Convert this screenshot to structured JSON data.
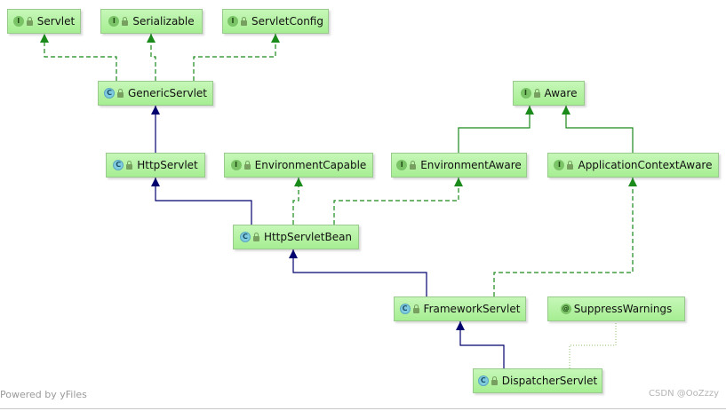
{
  "colors": {
    "interface_edge": "#1a8a1a",
    "inheritance_edge": "#00006e",
    "annotation_edge": "#8fbf6a",
    "node_fill": "#b6f2a4"
  },
  "nodes": [
    {
      "id": "servlet",
      "label": "Servlet",
      "kind": "interface",
      "badge": "I"
    },
    {
      "id": "serializable",
      "label": "Serializable",
      "kind": "interface",
      "badge": "I"
    },
    {
      "id": "servletconfig",
      "label": "ServletConfig",
      "kind": "interface",
      "badge": "I"
    },
    {
      "id": "genericservlet",
      "label": "GenericServlet",
      "kind": "class",
      "badge": "C"
    },
    {
      "id": "aware",
      "label": "Aware",
      "kind": "interface",
      "badge": "I"
    },
    {
      "id": "httpservlet",
      "label": "HttpServlet",
      "kind": "class",
      "badge": "C"
    },
    {
      "id": "environmentcapable",
      "label": "EnvironmentCapable",
      "kind": "interface",
      "badge": "I"
    },
    {
      "id": "environmentaware",
      "label": "EnvironmentAware",
      "kind": "interface",
      "badge": "I"
    },
    {
      "id": "applicationcontextaware",
      "label": "ApplicationContextAware",
      "kind": "interface",
      "badge": "I"
    },
    {
      "id": "httpservletbean",
      "label": "HttpServletBean",
      "kind": "class",
      "badge": "C"
    },
    {
      "id": "frameworkservlet",
      "label": "FrameworkServlet",
      "kind": "class",
      "badge": "C"
    },
    {
      "id": "suppresswarnings",
      "label": "SuppressWarnings",
      "kind": "annotation",
      "badge": "@"
    },
    {
      "id": "dispatcherservlet",
      "label": "DispatcherServlet",
      "kind": "class",
      "badge": "C"
    }
  ],
  "edges": [
    {
      "from": "genericservlet",
      "to": "servlet",
      "type": "implements"
    },
    {
      "from": "genericservlet",
      "to": "serializable",
      "type": "implements"
    },
    {
      "from": "genericservlet",
      "to": "servletconfig",
      "type": "implements"
    },
    {
      "from": "httpservlet",
      "to": "genericservlet",
      "type": "extends"
    },
    {
      "from": "environmentaware",
      "to": "aware",
      "type": "extends-interface"
    },
    {
      "from": "applicationcontextaware",
      "to": "aware",
      "type": "extends-interface"
    },
    {
      "from": "httpservletbean",
      "to": "httpservlet",
      "type": "extends"
    },
    {
      "from": "httpservletbean",
      "to": "environmentcapable",
      "type": "implements"
    },
    {
      "from": "httpservletbean",
      "to": "environmentaware",
      "type": "implements"
    },
    {
      "from": "frameworkservlet",
      "to": "httpservletbean",
      "type": "extends"
    },
    {
      "from": "frameworkservlet",
      "to": "applicationcontextaware",
      "type": "implements"
    },
    {
      "from": "dispatcherservlet",
      "to": "frameworkservlet",
      "type": "extends"
    },
    {
      "from": "dispatcherservlet",
      "to": "suppresswarnings",
      "type": "annotated"
    }
  ],
  "footer": {
    "powered_by": "Powered by yFiles",
    "watermark": "CSDN @OoZzzy"
  }
}
